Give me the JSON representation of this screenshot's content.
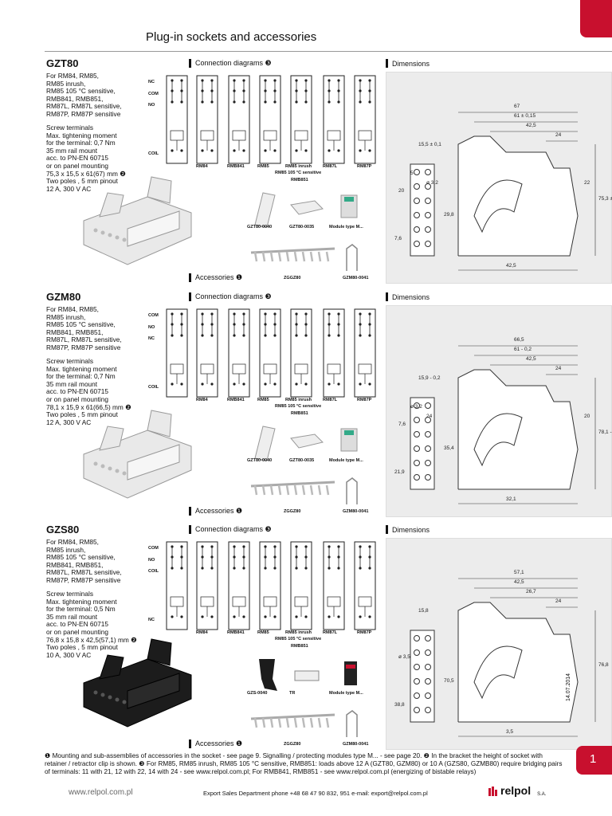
{
  "page": {
    "title": "Plug-in sockets and accessories",
    "page_number": "1",
    "date": "14.07.2014",
    "website": "www.relpol.com.pl",
    "contact": "Export Sales Department  phone +48 68 47 90 832, 951  e-mail: export@relpol.com.pl",
    "brand": "relpol",
    "brand_suffix": "S.A."
  },
  "sections": [
    {
      "name": "GZT80",
      "desc": [
        "For RM84, RM85,",
        "RM85 inrush,",
        "RM85 105 °C sensitive,",
        "RMB841, RMB851,",
        "RM87L, RM87L sensitive,",
        "RM87P, RM87P sensitive"
      ],
      "specs": [
        "Screw terminals",
        "Max. tightening moment",
        "for the terminal: 0,7 Nm",
        "35 mm rail mount",
        "acc. to PN-EN 60715",
        "or on panel mounting",
        "75,3 x 15,5 x 61(67) mm ❷",
        "Two poles , 5 mm pinout",
        "12 A, 300 V AC"
      ],
      "conn_title": "Connection diagrams ❸",
      "dim_title": "Dimensions",
      "row_labels": [
        "NC",
        "COM",
        "NO",
        "COIL"
      ],
      "relays": [
        "RM84",
        "RMB841",
        "RM85",
        "RM85 inrush",
        "RM87L",
        "RM87P"
      ],
      "relay_sub": "RM85 105 °C sensitive",
      "relay_sub2": "RMB851",
      "acc_items": [
        "GZT80-0040",
        "GZT80-0035",
        "Module type M..."
      ],
      "acc_title": "Accessories ❶",
      "acc_bottom": [
        "ZGGZ80",
        "GZM80-0041"
      ],
      "dims": [
        "67",
        "61 ± 0,15",
        "42,5",
        "24",
        "15,5 ± 0,1",
        "75,3 ± 0,15",
        "29,8",
        "7,6",
        "42,5",
        "20",
        "ø 3,2",
        "22",
        "5"
      ]
    },
    {
      "name": "GZM80",
      "desc": [
        "For RM84, RM85,",
        "RM85 inrush,",
        "RM85 105 °C sensitive,",
        "RMB841, RMB851,",
        "RM87L, RM87L sensitive,",
        "RM87P, RM87P sensitive"
      ],
      "specs": [
        "Screw terminals",
        "Max. tightening moment",
        "for the terminal: 0,7 Nm",
        "35 mm rail mount",
        "acc. to PN-EN 60715",
        "or on panel mounting",
        "78,1 x 15,9 x 61(66,5) mm ❷",
        "Two poles , 5 mm pinout",
        "12 A, 300 V AC"
      ],
      "conn_title": "Connection diagrams ❸",
      "dim_title": "Dimensions",
      "row_labels": [
        "COM",
        "NO",
        "NC",
        "COIL"
      ],
      "relays": [
        "RM84",
        "RMB841",
        "RM85",
        "RM85 inrush",
        "RM87L",
        "RM87P"
      ],
      "relay_sub": "RM85 105 °C sensitive",
      "relay_sub2": "RMB851",
      "acc_items": [
        "GZT80-0040",
        "GZT80-0035",
        "Module type M..."
      ],
      "acc_title": "Accessories ❶",
      "acc_bottom": [
        "ZGGZ80",
        "GZM80-0041"
      ],
      "dims": [
        "66,5",
        "61 - 0,2",
        "42,5",
        "24",
        "15,9 - 0,2",
        "78,1 - 0,2",
        "35,4",
        "21,9",
        "32,1",
        "7,6",
        "24",
        "20",
        "ø 3,2"
      ]
    },
    {
      "name": "GZS80",
      "desc": [
        "For RM84, RM85,",
        "RM85 inrush,",
        "RM85 105 °C sensitive,",
        "RMB841, RMB851,",
        "RM87L, RM87L sensitive,",
        "RM87P, RM87P sensitive"
      ],
      "specs": [
        "Screw terminals",
        "Max. tightening moment",
        "for the terminal: 0,5 Nm",
        "35 mm rail mount",
        "acc. to PN-EN 60715",
        "or on panel mounting",
        "76,8 x 15,8 x 42,5(57,1) mm ❷",
        "Two poles , 5 mm pinout",
        "10 A, 300 V AC"
      ],
      "conn_title": "Connection diagrams ❸",
      "dim_title": "Dimensions",
      "row_labels": [
        "COM",
        "NO",
        "COIL",
        "NC"
      ],
      "relays": [
        "RM84",
        "RMB841",
        "RM85",
        "RM85 inrush",
        "RM87L",
        "RM87P"
      ],
      "relay_sub": "RM85 105 °C sensitive",
      "relay_sub2": "RMB851",
      "acc_items": [
        "GZS-0040",
        "TR",
        "Module type M..."
      ],
      "acc_title": "Accessories ❶",
      "acc_bottom": [
        "ZGGZ80",
        "GZM80-0041"
      ],
      "dims": [
        "57,1",
        "42,5",
        "26,7",
        "24",
        "15,8",
        "76,8",
        "70,5",
        "38,8",
        "3,5",
        "ø 3,5"
      ]
    }
  ],
  "footnotes": "❶ Mounting and sub-assemblies of accessories in the socket - see page 9. Signalling / protecting modules type M... - see page 20.   ❷ In the bracket the height of socket with retainer / retractor clip is shown.   ❸ For RM85, RM85 inrush, RM85 105 °C sensitive, RMB851: loads above 12 A (GZT80, GZM80) or 10 A (GZS80, GZMB80) require bridging pairs of terminals: 11 with 21, 12 with 22, 14 with 24 - see www.relpol.com.pl; For RMB841, RMB851 - see www.relpol.com.pl (energizing of bistable relays)"
}
